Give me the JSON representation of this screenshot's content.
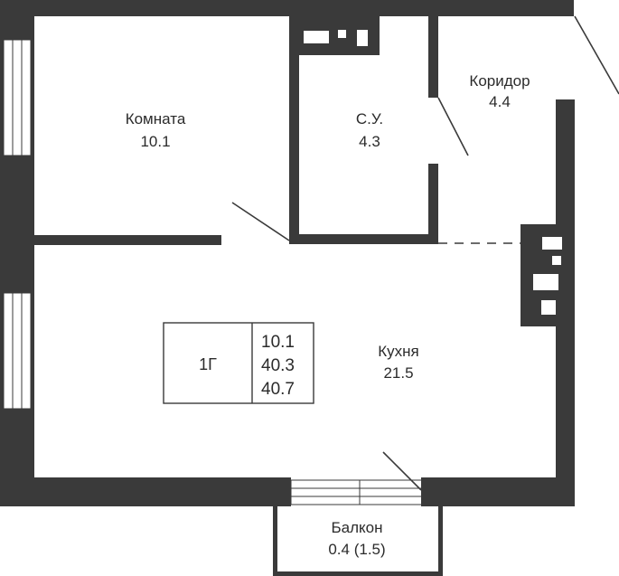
{
  "rooms": [
    {
      "name": "Комната",
      "area": "10.1"
    },
    {
      "name": "С.У.",
      "area": "4.3"
    },
    {
      "name": "Коридор",
      "area": "4.4"
    },
    {
      "name": "Кухня",
      "area": "21.5"
    },
    {
      "name": "Балкон",
      "area": "0.4 (1.5)"
    }
  ],
  "apartment": {
    "type": "1Г",
    "living_area": "10.1",
    "total_area": "40.3",
    "total_area_with_balcony": "40.7"
  },
  "colors": {
    "wall": "#3a3a3a",
    "background": "#ffffff",
    "text": "#2b2b2b"
  }
}
